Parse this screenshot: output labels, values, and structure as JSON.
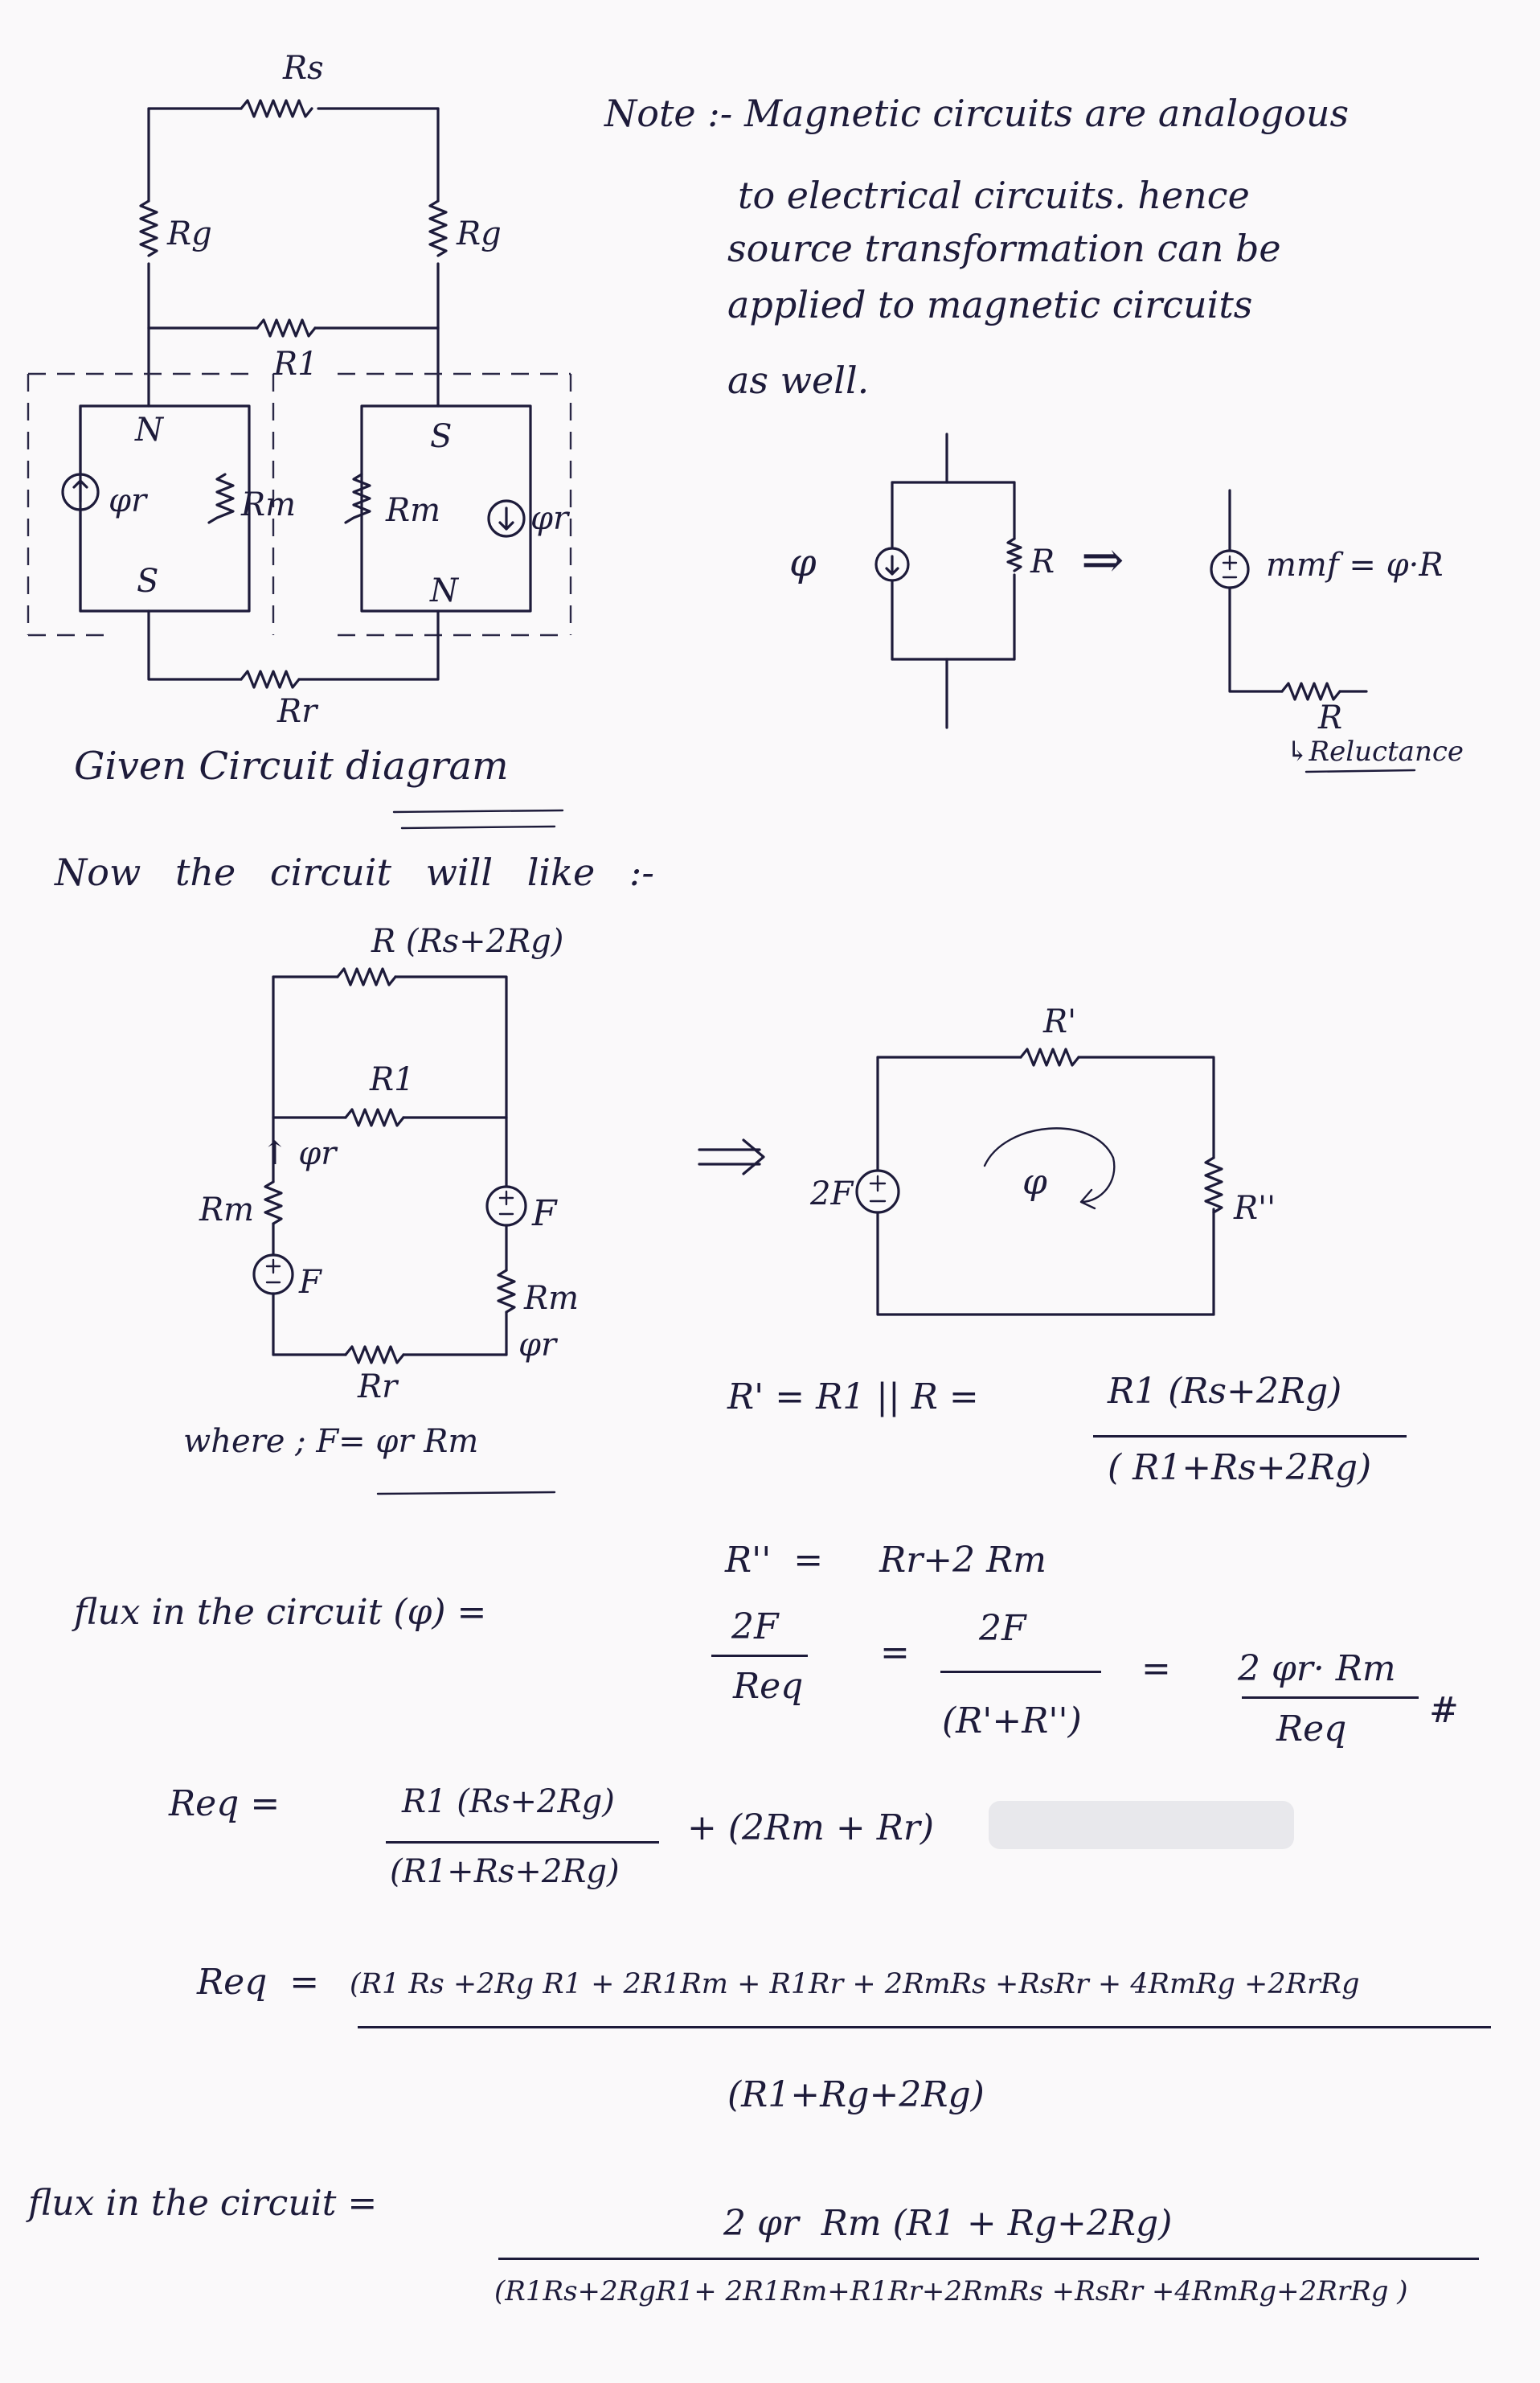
{
  "note": {
    "lines": [
      "Note :- Magnetic circuits are analogous",
      "to electrical circuits. hence",
      "source transformation can be",
      "applied to magnetic circuits",
      "as well."
    ]
  },
  "circuit1": {
    "labels": {
      "rs": "Rs",
      "rg_left": "Rg",
      "rg_right": "Rg",
      "r1": "R1",
      "n_left": "N",
      "s_left": "S",
      "phi_left": "φr",
      "rm_left": "Rm",
      "rm_right": "Rm",
      "s_right": "S",
      "n_right": "N",
      "phi_right": "φr",
      "rr": "Rr"
    },
    "caption": "Given Circuit diagram"
  },
  "transform": {
    "phi": "φ",
    "r": "R",
    "arrow": "⇒",
    "mmf": "mmf = φ·R",
    "r_bottom": "R",
    "reluctance": "↳Reluctance"
  },
  "now_line": "Now the circuit will like :-",
  "circuit2": {
    "labels": {
      "r_top": "R (Rs+2Rg)",
      "r1": "R1",
      "phi_r_left": "↑ φr",
      "rm_left": "Rm",
      "f_left": "F",
      "f_right": "F",
      "rm_right": "Rm",
      "phi_r_right": "φr",
      "rr": "Rr"
    },
    "where": "where ;  F= φr Rm"
  },
  "circuit3": {
    "labels": {
      "r_prime": "R'",
      "two_f": "2F",
      "phi": "φ",
      "r_dprime": "R''"
    }
  },
  "equations": {
    "rprime_lhs": "R' =   R1 || R  =",
    "rprime_num": "R1 (Rs+2Rg)",
    "rprime_den": "( R1+Rs+2Rg)",
    "rdprime": "R''  =     Rr+2 Rm",
    "flux_lhs": "flux in the circuit (φ) =",
    "flux_f1_num": "2F",
    "flux_f1_den": "Req",
    "flux_eq2": "=",
    "flux_f2_num": "2F",
    "flux_f2_den": "(R'+R'')",
    "flux_eq3": "=",
    "flux_f3_num": "2 φr· Rm",
    "flux_f3_den": "Req",
    "flux_end": "#",
    "req1_lhs": "Req =",
    "req1_num": "R1 (Rs+2Rg)",
    "req1_den": "(R1+Rs+2Rg)",
    "req1_plus": "+ (2Rm + Rr)",
    "req2_lhs": "Req  =",
    "req2_num": "(R1 Rs +2Rg R1 + 2R1Rm + R1Rr + 2RmRs +RsRr + 4RmRg +2RrRg",
    "req2_den": "(R1+Rg+2Rg)",
    "final_lhs": "flux in the circuit =",
    "final_num": "2 φr  Rm (R1 + Rg+2Rg)",
    "final_den": "(R1Rs+2RgR1+ 2R1Rm+R1Rr+2RmRs +RsRr +4RmRg+2RrRg )"
  }
}
